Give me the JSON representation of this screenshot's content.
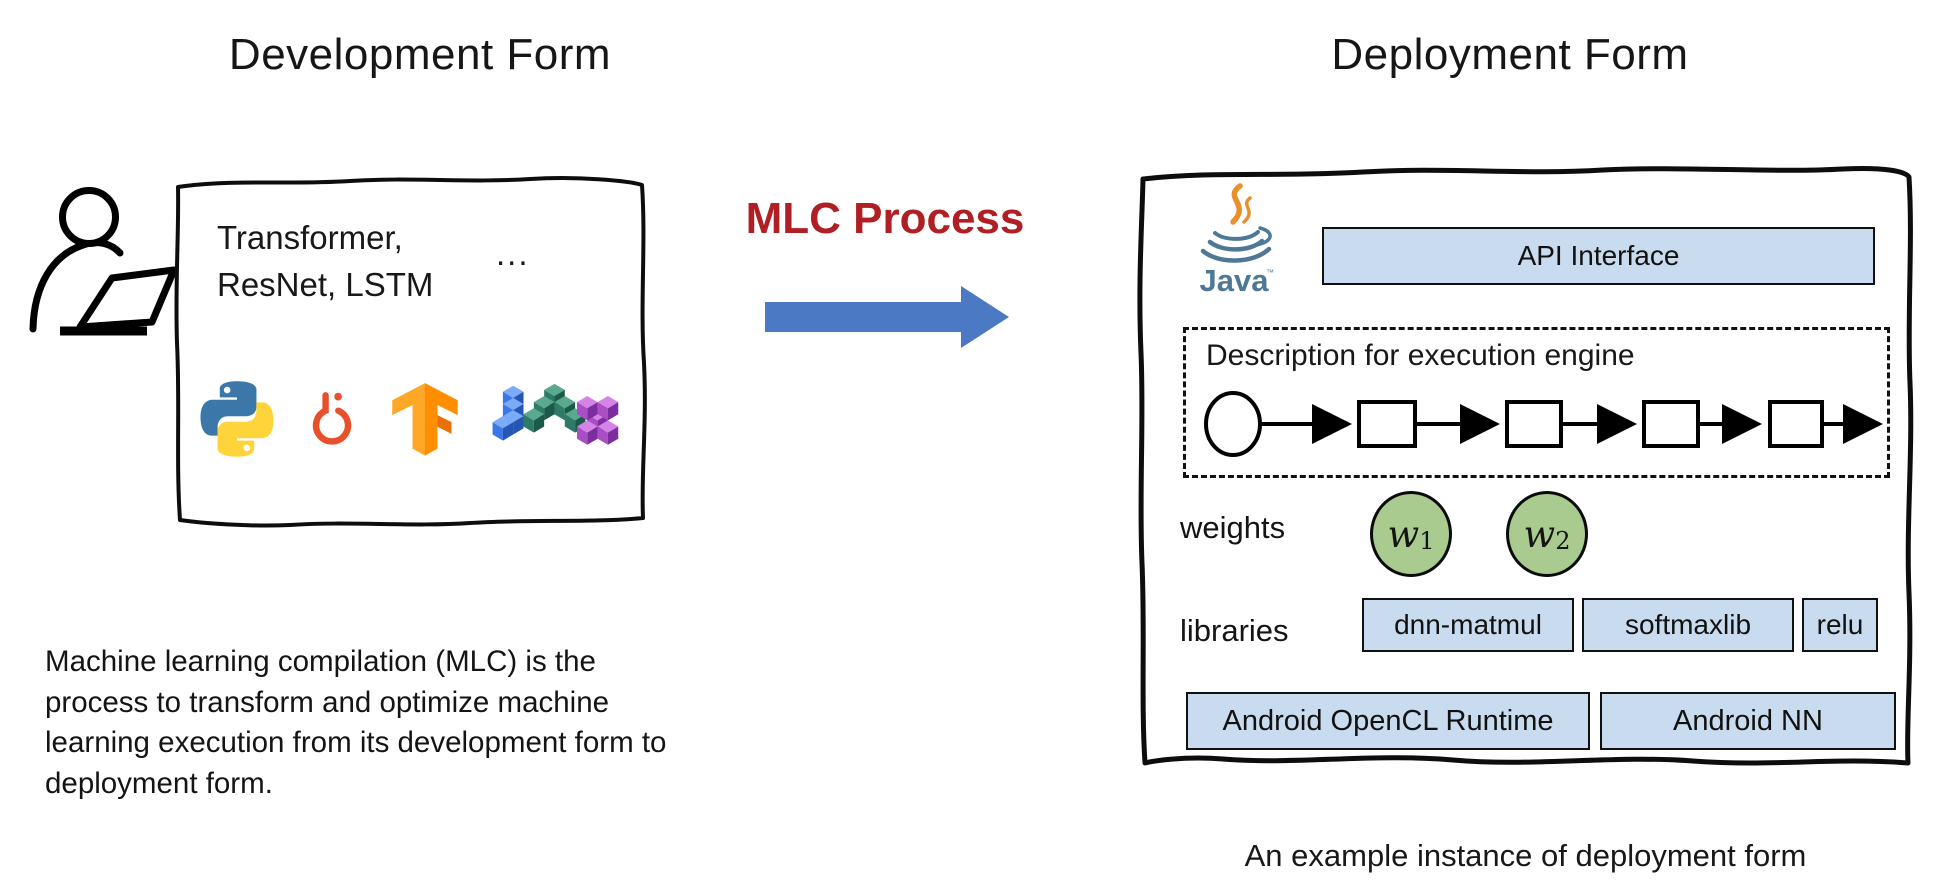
{
  "titles": {
    "development": "Development Form",
    "deployment": "Deployment Form"
  },
  "mlc": {
    "label": "MLC Process"
  },
  "development_box": {
    "models_line1": "Transformer,",
    "models_line2": "ResNet, LSTM",
    "ellipsis": "...",
    "logos": [
      "python-logo",
      "pytorch-logo",
      "tensorflow-logo",
      "jax-logo"
    ],
    "person_icon": "person-at-laptop-icon"
  },
  "deployment_box": {
    "java_label": "Java",
    "java_icon": "java-logo",
    "api_interface": "API Interface",
    "description_label": "Description for execution engine",
    "flow": {
      "start_node": "circle",
      "step_nodes": 4
    },
    "weights_label": "weights",
    "weights": [
      {
        "base": "w",
        "sub": "1"
      },
      {
        "base": "w",
        "sub": "2"
      }
    ],
    "libraries_label": "libraries",
    "libraries": [
      "dnn-matmul",
      "softmaxlib",
      "relu"
    ],
    "runtime_boxes": [
      "Android OpenCL Runtime",
      "Android NN"
    ]
  },
  "caption": "An example instance of deployment form",
  "definition": "Machine learning compilation (MLC) is the process to transform and optimize machine learning execution from its development form to deployment form.",
  "colors": {
    "accent_red": "#B01F24",
    "arrow_blue": "#4B79C4",
    "panel_blue": "#C9DBEE",
    "weight_green": "#A9CB8F",
    "java_blue": "#4E7896"
  }
}
